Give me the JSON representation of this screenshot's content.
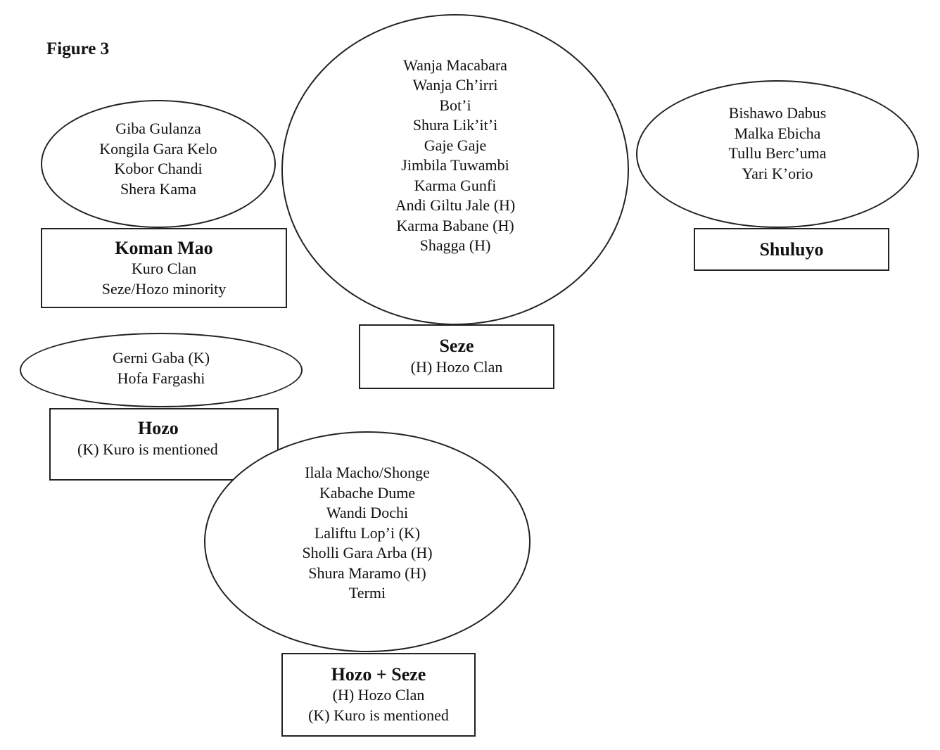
{
  "figure_title": "Figure 3",
  "groups": {
    "koman_mao": {
      "villages": [
        "Giba Gulanza",
        "Kongila Gara Kelo",
        "Kobor Chandi",
        "Shera Kama"
      ],
      "label": {
        "title": "Koman Mao",
        "lines": [
          "Kuro Clan",
          "Seze/Hozo minority"
        ]
      }
    },
    "seze": {
      "villages": [
        "Wanja Macabara",
        "Wanja Ch’irri",
        "Bot’i",
        "Shura Lik’it’i",
        "Gaje Gaje",
        "Jimbila Tuwambi",
        "Karma Gunfi",
        "Andi Giltu Jale (H)",
        "Karma Babane (H)",
        "Shagga (H)"
      ],
      "label": {
        "title": "Seze",
        "lines": [
          "(H) Hozo Clan"
        ]
      }
    },
    "shuluyo": {
      "villages": [
        "Bishawo Dabus",
        "Malka Ebicha",
        "Tullu Berc’uma",
        "Yari K’orio"
      ],
      "label": {
        "title": "Shuluyo",
        "lines": []
      }
    },
    "hozo": {
      "villages": [
        "Gerni Gaba (K)",
        "Hofa Fargashi"
      ],
      "label": {
        "title": "Hozo",
        "lines": [
          "(K) Kuro is mentioned"
        ]
      }
    },
    "hozo_seze": {
      "villages": [
        "Ilala Macho/Shonge",
        "Kabache Dume",
        "Wandi Dochi",
        "Laliftu Lop’i (K)",
        "Sholli Gara Arba (H)",
        "Shura Maramo (H)",
        "Termi"
      ],
      "label": {
        "title": "Hozo + Seze",
        "lines": [
          "(H) Hozo Clan",
          "(K) Kuro is mentioned"
        ]
      }
    }
  }
}
